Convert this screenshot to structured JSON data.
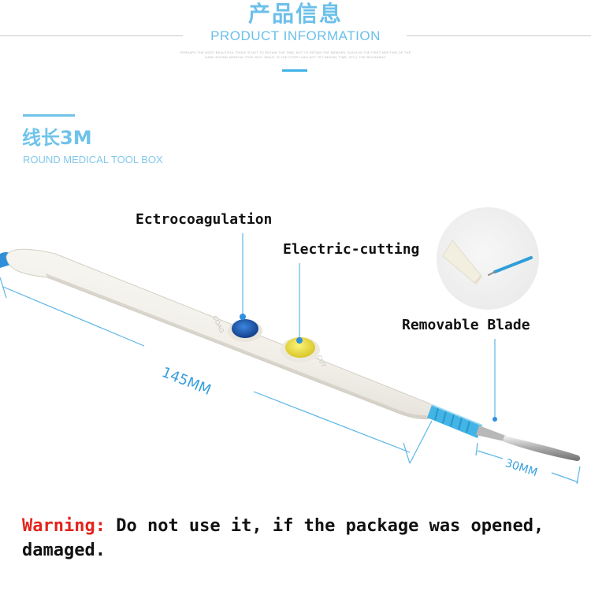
{
  "header": {
    "title_cn": "产品信息",
    "title_en": "PRODUCT INFORMATION",
    "small_text": "PERHAPS THE MOST BEAUTIFUL THING IS NOT TO RETAIN THE TIME, BUT TO RETAIN THE MEMORY, SUCH AS THE FIRST MEETING OF THE DARK ROUND MEDICAL TOOL BOX, SMILE, IS THE STORY HAS NOT YET BEGUN, TIME, STILL THE BEGINNING"
  },
  "section": {
    "title_cn": "线长3M",
    "subtitle_en": "ROUND MEDICAL TOOL BOX"
  },
  "product": {
    "labels": {
      "coagulation": "Ectrocoagulation",
      "cutting": "Electric-cutting",
      "blade": "Removable Blade"
    },
    "button_texts": {
      "coag": "COAG",
      "cut": "CUT"
    },
    "dimensions": {
      "handle_length": "145MM",
      "blade_length": "30MM"
    },
    "colors": {
      "accent": "#6cc0ea",
      "coag_button": "#1e5fb8",
      "cut_button": "#f3e84a",
      "cable": "#2f8fd8",
      "warning": "#e3231b"
    }
  },
  "warning": {
    "label": "Warning:",
    "text": " Do not use it, if the package was opened, damaged."
  }
}
